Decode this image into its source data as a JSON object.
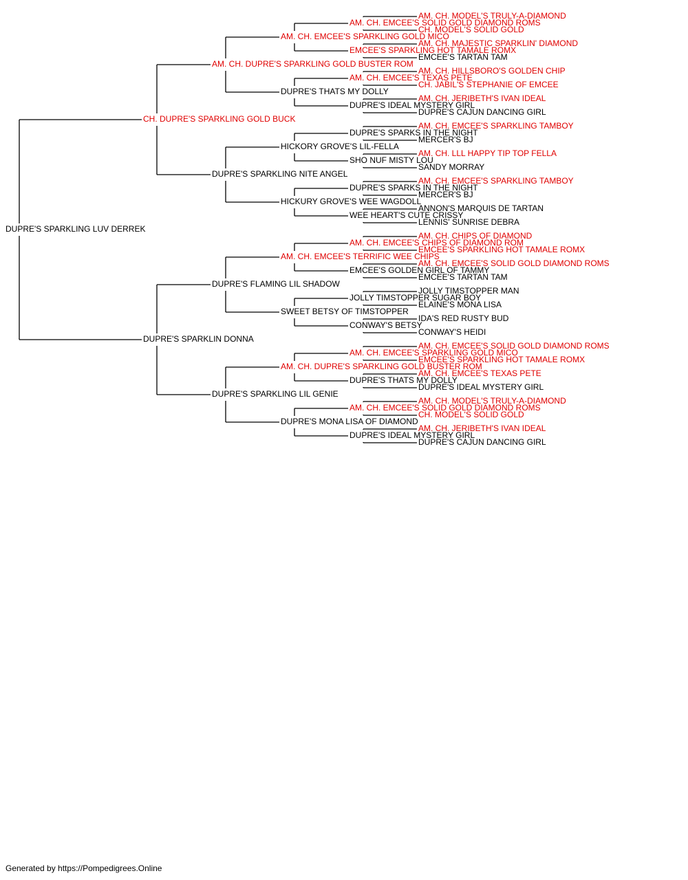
{
  "colors": {
    "champion": "#e00000",
    "regular": "#000000",
    "line": "#000000"
  },
  "pedigree": {
    "name": "DUPRE'S SPARKLING LUV DERREK",
    "ch": false,
    "sire": {
      "name": "CH. DUPRE'S SPARKLING GOLD BUCK",
      "ch": true,
      "sire": {
        "name": "AM. CH. DUPRE'S SPARKLING GOLD BUSTER ROM",
        "ch": true,
        "sire": {
          "name": "AM. CH. EMCEE'S SPARKLING GOLD MICO",
          "ch": true,
          "sire": {
            "name": "AM. CH. EMCEE'S SOLID GOLD DIAMOND ROMS",
            "ch": true,
            "sire": {
              "name": "AM. CH. MODEL'S TRULY-A-DIAMOND",
              "ch": true
            },
            "dam": {
              "name": "CH. MODEL'S SOLID GOLD",
              "ch": true
            }
          },
          "dam": {
            "name": "EMCEE'S SPARKLING HOT TAMALE ROMX",
            "ch": true,
            "sire": {
              "name": "AM. CH. MAJESTIC SPARKLIN' DIAMOND",
              "ch": true
            },
            "dam": {
              "name": "EMCEE'S TARTAN TAM",
              "ch": false
            }
          }
        },
        "dam": {
          "name": "DUPRE'S THATS MY DOLLY",
          "ch": false,
          "sire": {
            "name": "AM. CH. EMCEE'S TEXAS PETE",
            "ch": true,
            "sire": {
              "name": "AM. CH. HILLSBORO'S GOLDEN CHIP",
              "ch": true
            },
            "dam": {
              "name": "CH. JABIL'S STEPHANIE OF EMCEE",
              "ch": true
            }
          },
          "dam": {
            "name": "DUPRE'S IDEAL MYSTERY GIRL",
            "ch": false,
            "sire": {
              "name": "AM. CH. JERIBETH'S IVAN IDEAL",
              "ch": true
            },
            "dam": {
              "name": "DUPRE'S CAJUN DANCING GIRL",
              "ch": false
            }
          }
        }
      },
      "dam": {
        "name": "DUPRE'S SPARKLING NITE ANGEL",
        "ch": false,
        "sire": {
          "name": "HICKORY GROVE'S LIL-FELLA",
          "ch": false,
          "sire": {
            "name": "DUPRE'S SPARKS IN THE NIGHT",
            "ch": false,
            "sire": {
              "name": "AM. CH. EMCEE'S SPARKLING TAMBOY",
              "ch": true
            },
            "dam": {
              "name": "MERCER'S BJ",
              "ch": false
            }
          },
          "dam": {
            "name": "SHO NUF MISTY LOU",
            "ch": false,
            "sire": {
              "name": "AM. CH. LLL HAPPY TIP TOP FELLA",
              "ch": true
            },
            "dam": {
              "name": "SANDY MORRAY",
              "ch": false
            }
          }
        },
        "dam": {
          "name": "HICKURY GROVE'S WEE WAGDOLL",
          "ch": false,
          "sire": {
            "name": "DUPRE'S SPARKS IN THE NIGHT",
            "ch": false,
            "sire": {
              "name": "AM. CH. EMCEE'S SPARKLING TAMBOY",
              "ch": true
            },
            "dam": {
              "name": "MERCER'S BJ",
              "ch": false
            }
          },
          "dam": {
            "name": "WEE HEART'S CUTE CRISSY",
            "ch": false,
            "sire": {
              "name": "ANNON'S MARQUIS DE TARTAN",
              "ch": false
            },
            "dam": {
              "name": "LENNIS' SUNRISE DEBRA",
              "ch": false
            }
          }
        }
      }
    },
    "dam": {
      "name": "DUPRE'S SPARKLIN DONNA",
      "ch": false,
      "sire": {
        "name": "DUPRE'S FLAMING LIL SHADOW",
        "ch": false,
        "sire": {
          "name": "AM. CH. EMCEE'S TERRIFIC WEE CHIPS",
          "ch": true,
          "sire": {
            "name": "AM. CH. EMCEE'S CHIPS OF DIAMOND ROM",
            "ch": true,
            "sire": {
              "name": "AM. CH. CHIPS OF DIAMOND",
              "ch": true
            },
            "dam": {
              "name": "EMCEE'S SPARKLING HOT TAMALE ROMX",
              "ch": true
            }
          },
          "dam": {
            "name": "EMCEE'S GOLDEN GIRL OF TAMMY",
            "ch": false,
            "sire": {
              "name": "AM. CH. EMCEE'S SOLID GOLD DIAMOND ROMS",
              "ch": true
            },
            "dam": {
              "name": "EMCEE'S TARTAN TAM",
              "ch": false
            }
          }
        },
        "dam": {
          "name": "SWEET BETSY OF TIMSTOPPER",
          "ch": false,
          "sire": {
            "name": "JOLLY TIMSTOPPER SUGAR BOY",
            "ch": false,
            "sire": {
              "name": "JOLLY TIMSTOPPER MAN",
              "ch": false
            },
            "dam": {
              "name": "ELAINE'S MONA LISA",
              "ch": false
            }
          },
          "dam": {
            "name": "CONWAY'S BETSY",
            "ch": false,
            "sire": {
              "name": "IDA'S RED RUSTY BUD",
              "ch": false
            },
            "dam": {
              "name": "CONWAY'S HEIDI",
              "ch": false
            }
          }
        }
      },
      "dam": {
        "name": "DUPRE'S SPARKLING LIL GENIE",
        "ch": false,
        "sire": {
          "name": "AM. CH. DUPRE'S SPARKLING GOLD BUSTER ROM",
          "ch": true,
          "sire": {
            "name": "AM. CH. EMCEE'S SPARKLING GOLD MICO",
            "ch": true,
            "sire": {
              "name": "AM. CH. EMCEE'S SOLID GOLD DIAMOND ROMS",
              "ch": true
            },
            "dam": {
              "name": "EMCEE'S SPARKLING HOT TAMALE ROMX",
              "ch": true
            }
          },
          "dam": {
            "name": "DUPRE'S THATS MY DOLLY",
            "ch": false,
            "sire": {
              "name": "AM. CH. EMCEE'S TEXAS PETE",
              "ch": true
            },
            "dam": {
              "name": "DUPRE'S IDEAL MYSTERY GIRL",
              "ch": false
            }
          }
        },
        "dam": {
          "name": "DUPRE'S MONA LISA OF DIAMOND",
          "ch": false,
          "sire": {
            "name": "AM. CH. EMCEE'S SOLID GOLD DIAMOND ROMS",
            "ch": true,
            "sire": {
              "name": "AM. CH. MODEL'S TRULY-A-DIAMOND",
              "ch": true
            },
            "dam": {
              "name": "CH. MODEL'S SOLID GOLD",
              "ch": true
            }
          },
          "dam": {
            "name": "DUPRE'S IDEAL MYSTERY GIRL",
            "ch": false,
            "sire": {
              "name": "AM. CH. JERIBETH'S IVAN IDEAL",
              "ch": true
            },
            "dam": {
              "name": "DUPRE'S CAJUN DANCING GIRL",
              "ch": false
            }
          }
        }
      }
    }
  },
  "footer": {
    "text": "Generated by https://Pompedigrees.Online"
  }
}
